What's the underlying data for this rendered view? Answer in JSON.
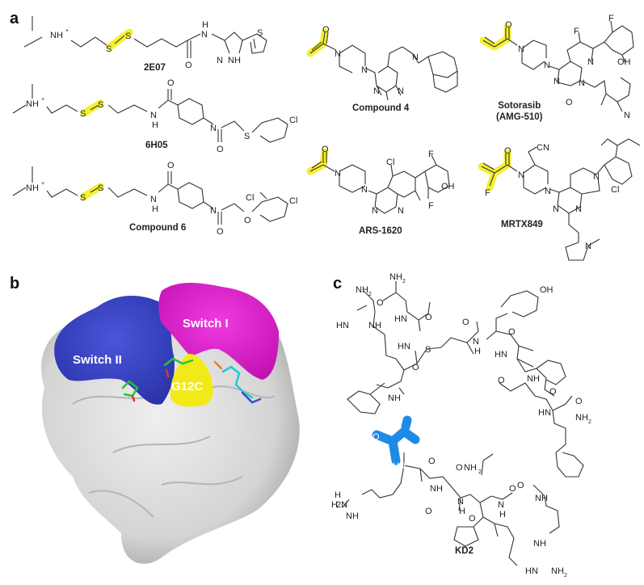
{
  "panels": {
    "a": {
      "letter": "a",
      "compounds": [
        {
          "name": "2E07",
          "warhead": "disulfide"
        },
        {
          "name": "6H05",
          "warhead": "disulfide"
        },
        {
          "name": "Compound 6",
          "warhead": "disulfide"
        },
        {
          "name": "Compound 4",
          "warhead": "acrylamide"
        },
        {
          "name": "ARS-1620",
          "warhead": "acrylamide"
        },
        {
          "name": "Sotorasib",
          "name_line2": "(AMG-510)",
          "warhead": "acrylamide"
        },
        {
          "name": "MRTX849",
          "warhead": "fluoroacrylamide"
        }
      ],
      "atom_labels": {
        "nh_plus": "NH+",
        "s": "S",
        "o": "O",
        "n": "N",
        "nh": "NH",
        "h": "H",
        "cl": "Cl",
        "f": "F",
        "oh": "OH",
        "cn": "CN"
      }
    },
    "b": {
      "letter": "b",
      "regions": [
        {
          "label": "Switch II",
          "color": "#3a44c9"
        },
        {
          "label": "Switch I",
          "color": "#e614d6"
        },
        {
          "label": "G12C",
          "color": "#f2ea18"
        }
      ],
      "surface_color": "#d9d9d9"
    },
    "c": {
      "letter": "c",
      "compound": {
        "name": "KD2"
      },
      "highlight_color": "#1e8ae6",
      "atom_labels": {
        "nh2": "NH2",
        "hn": "HN",
        "nh": "NH",
        "o": "O",
        "s": "S",
        "oh": "OH",
        "h": "H",
        "h2n": "H2N"
      }
    }
  },
  "colors": {
    "warhead_highlight": "#f5ee1a",
    "bond": "#333333"
  }
}
